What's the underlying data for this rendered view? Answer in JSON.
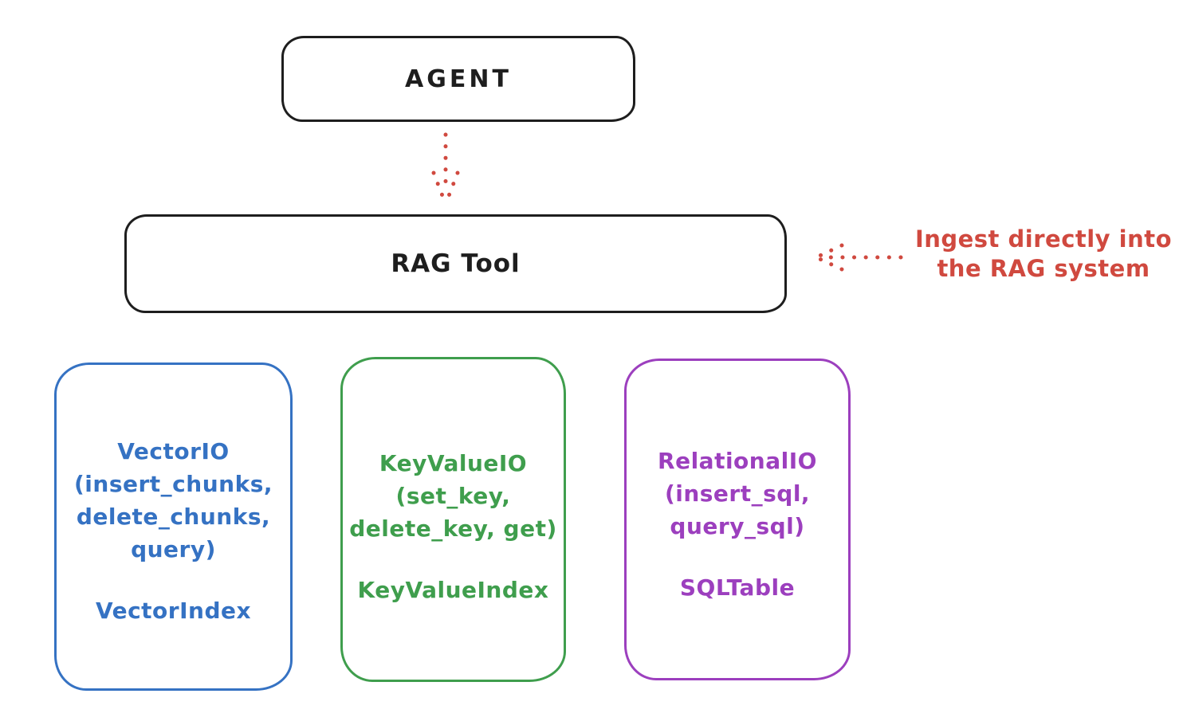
{
  "agent": {
    "label": "AGENT"
  },
  "rag_tool": {
    "label": "RAG Tool"
  },
  "annotation": {
    "line1": "Ingest directly into",
    "line2": "the RAG system"
  },
  "storage": {
    "vector": {
      "title": "VectorIO",
      "args1": "(insert_chunks,",
      "args2": "delete_chunks,",
      "args3": "query)",
      "index": "VectorIndex"
    },
    "keyvalue": {
      "title": "KeyValueIO",
      "args1": "(set_key,",
      "args2": "delete_key, get)",
      "index": "KeyValueIndex"
    },
    "relational": {
      "title": "RelationalIO",
      "args1": "(insert_sql,",
      "args2": "query_sql)",
      "index": "SQLTable"
    }
  },
  "colors": {
    "outline": "#1e1e1e",
    "red": "#d0493f",
    "blue": "#3572c3",
    "green": "#3f9e4d",
    "purple": "#9c3fbe",
    "background": "#ffffff"
  }
}
